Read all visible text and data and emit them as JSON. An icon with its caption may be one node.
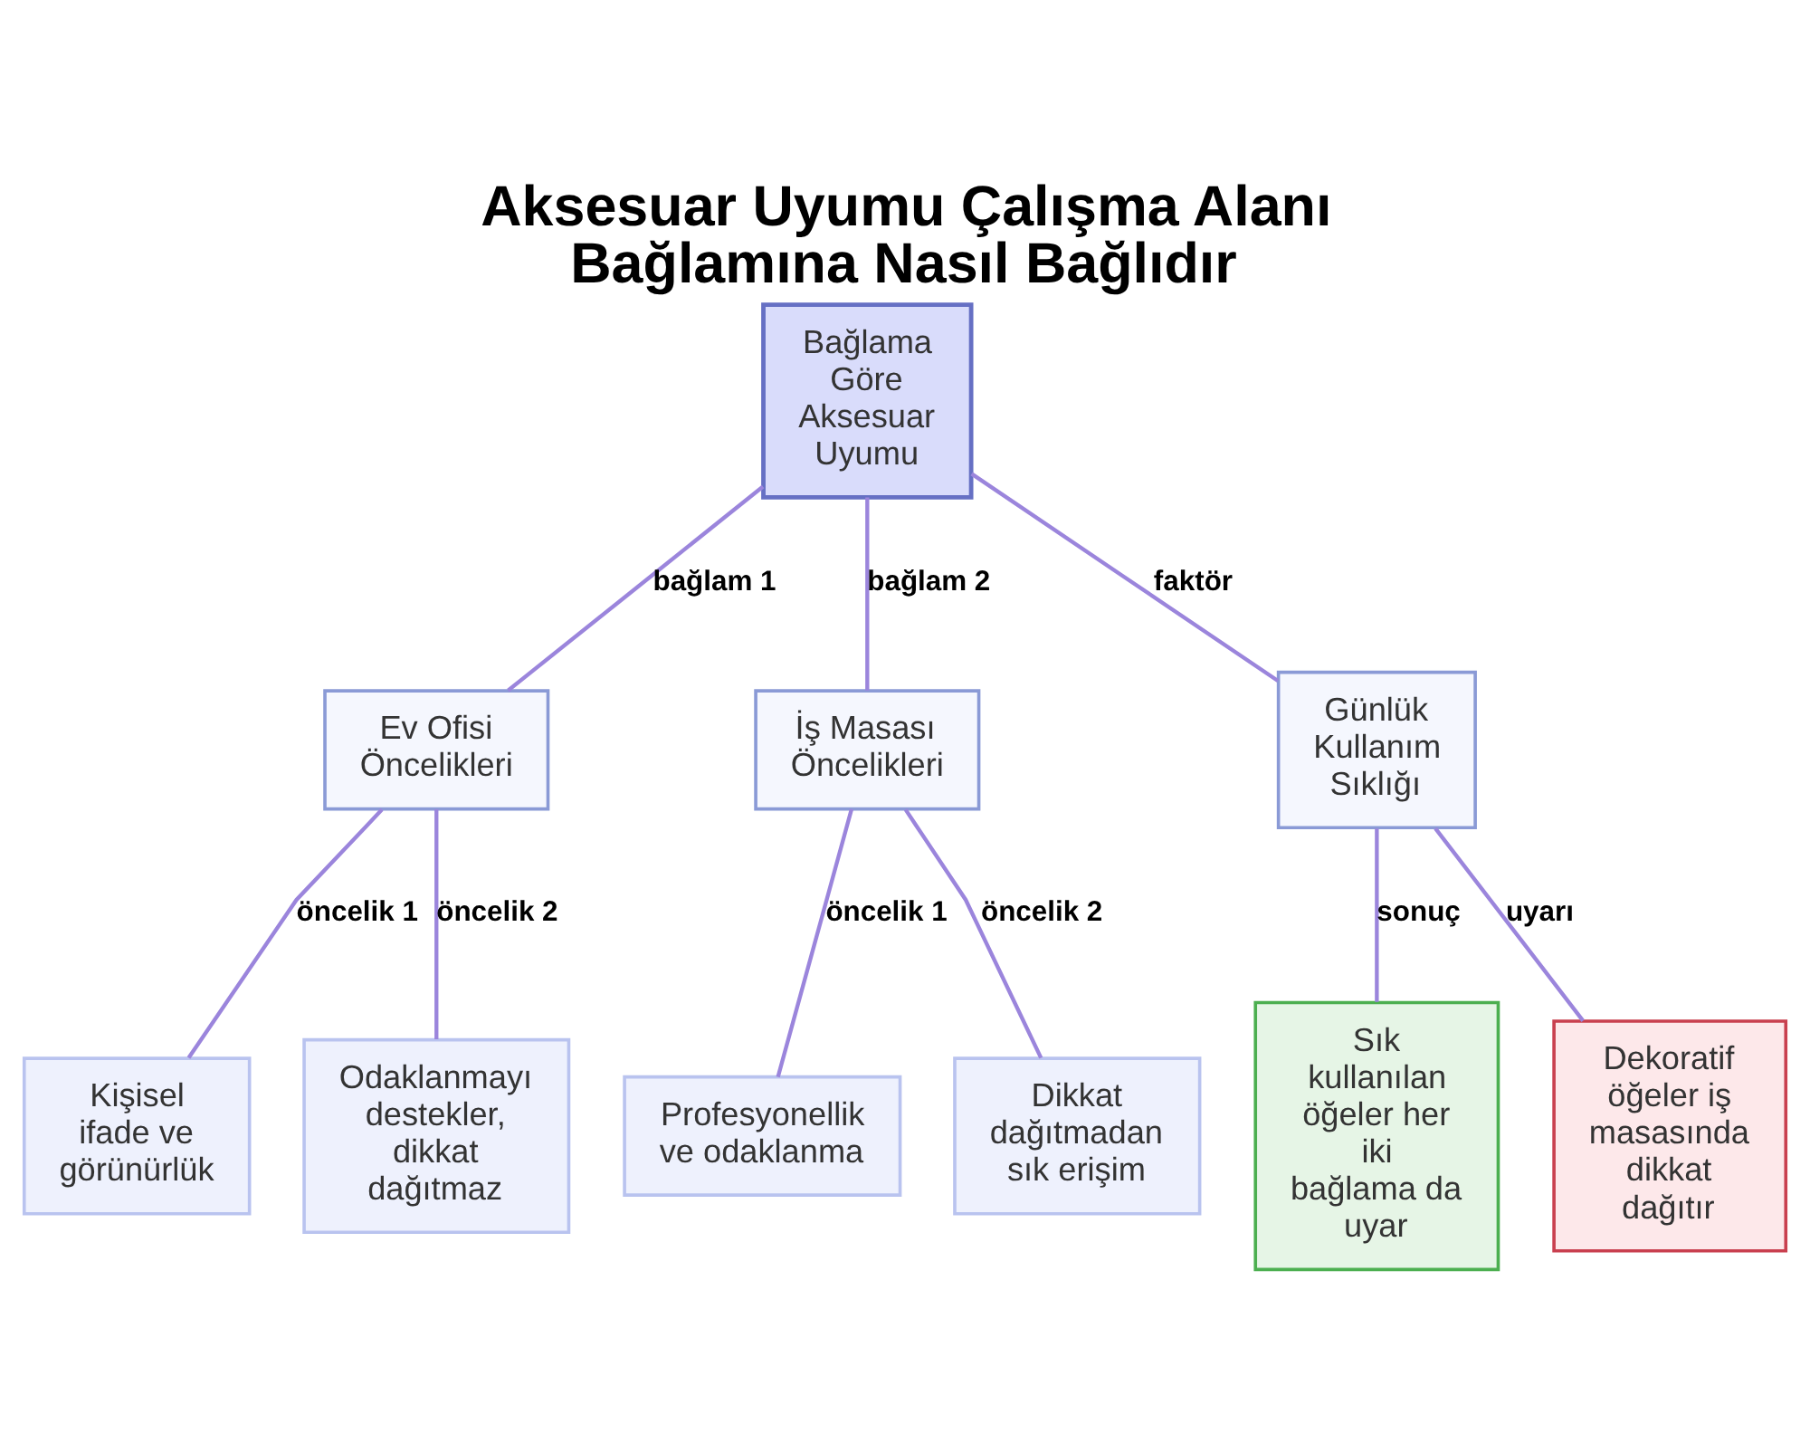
{
  "diagram": {
    "title": "Aksesuar Uyumu Çalışma Alanı Bağlamına Nasıl Bağlıdır",
    "nodes": [
      {
        "text": [
          "Bağlama Göre Aksesuar Uyumu"
        ]
      },
      {
        "text": [
          "Ev Ofisi Öncelikleri"
        ]
      },
      {
        "text": [
          "İş Masası Öncelikleri"
        ]
      },
      {
        "text": [
          "Günlük Kullanım Sıklığı"
        ]
      },
      {
        "text": [
          "Kişisel ifade ve görünürlük"
        ]
      },
      {
        "text": [
          "Odaklanmayı destekler, dikkat dağıtmaz"
        ]
      },
      {
        "text": [
          "Profesyonellik ve odaklanma"
        ]
      },
      {
        "text": [
          "Dikkat dağıtmadan sık erişim"
        ]
      },
      {
        "text": [
          "Sık kullanılan öğeler her iki bağlama da uyar"
        ]
      },
      {
        "text": [
          "Dekoratif öğeler iş masasında dikkat dağıtır"
        ]
      }
    ],
    "edges": [
      {
        "from": 0,
        "to": 1,
        "arrow": "none",
        "label": "bağlam 1"
      },
      {
        "from": 0,
        "to": 2,
        "arrow": "none",
        "label": "bağlam 2"
      },
      {
        "from": 0,
        "to": 3,
        "arrow": "none",
        "label": "faktör"
      },
      {
        "from": 1,
        "to": 4,
        "arrow": "none",
        "label": "öncelik 1"
      },
      {
        "from": 1,
        "to": 5,
        "arrow": "none",
        "label": "öncelik 2"
      },
      {
        "from": 2,
        "to": 6,
        "arrow": "none",
        "label": "öncelik 1"
      },
      {
        "from": 2,
        "to": 7,
        "arrow": "none",
        "label": "öncelik 2"
      },
      {
        "from": 3,
        "to": 8,
        "arrow": "none",
        "label": "sonuç"
      },
      {
        "from": 3,
        "to": 9,
        "arrow": "none",
        "label": "uyarı"
      }
    ]
  }
}
